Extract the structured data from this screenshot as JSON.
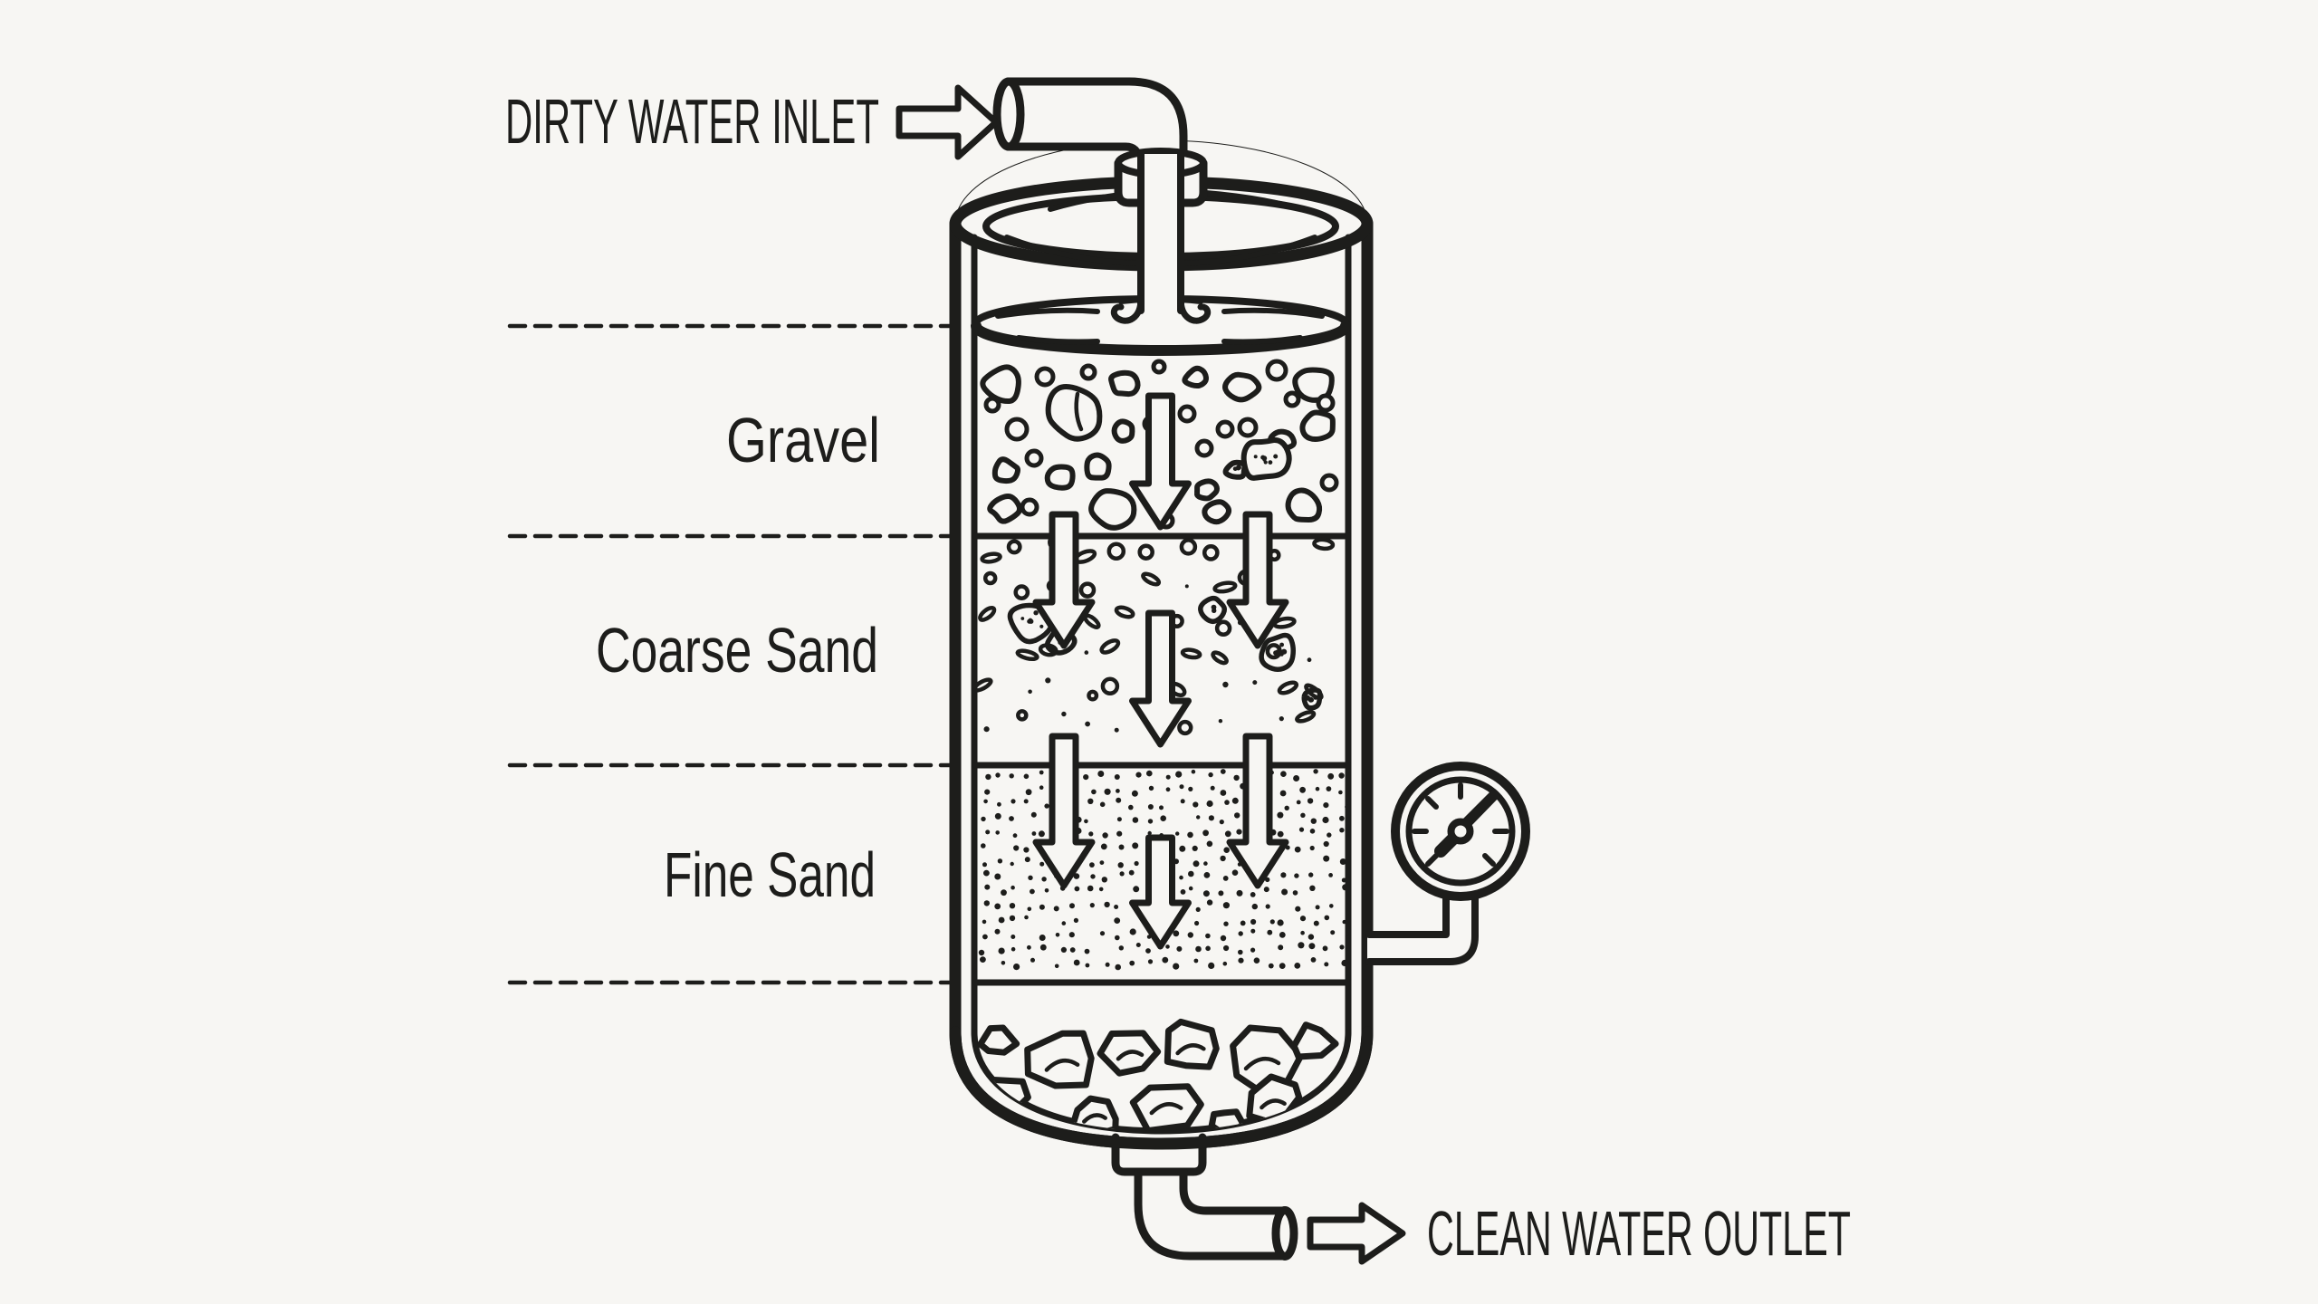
{
  "page": {
    "background": "#f7f6f3",
    "ink": "#1d1d1b"
  },
  "labels": {
    "inlet": "DIRTY WATER INLET",
    "outlet": "CLEAN WATER OUTLET"
  },
  "layers": [
    {
      "label": "Gravel"
    },
    {
      "label": "Coarse Sand"
    },
    {
      "label": "Fine Sand"
    }
  ],
  "icons": {
    "inlet_arrow": "block-arrow-right",
    "outlet_arrow": "block-arrow-right",
    "flow_arrow": "outline-arrow-down",
    "gauge": "pressure-gauge"
  }
}
